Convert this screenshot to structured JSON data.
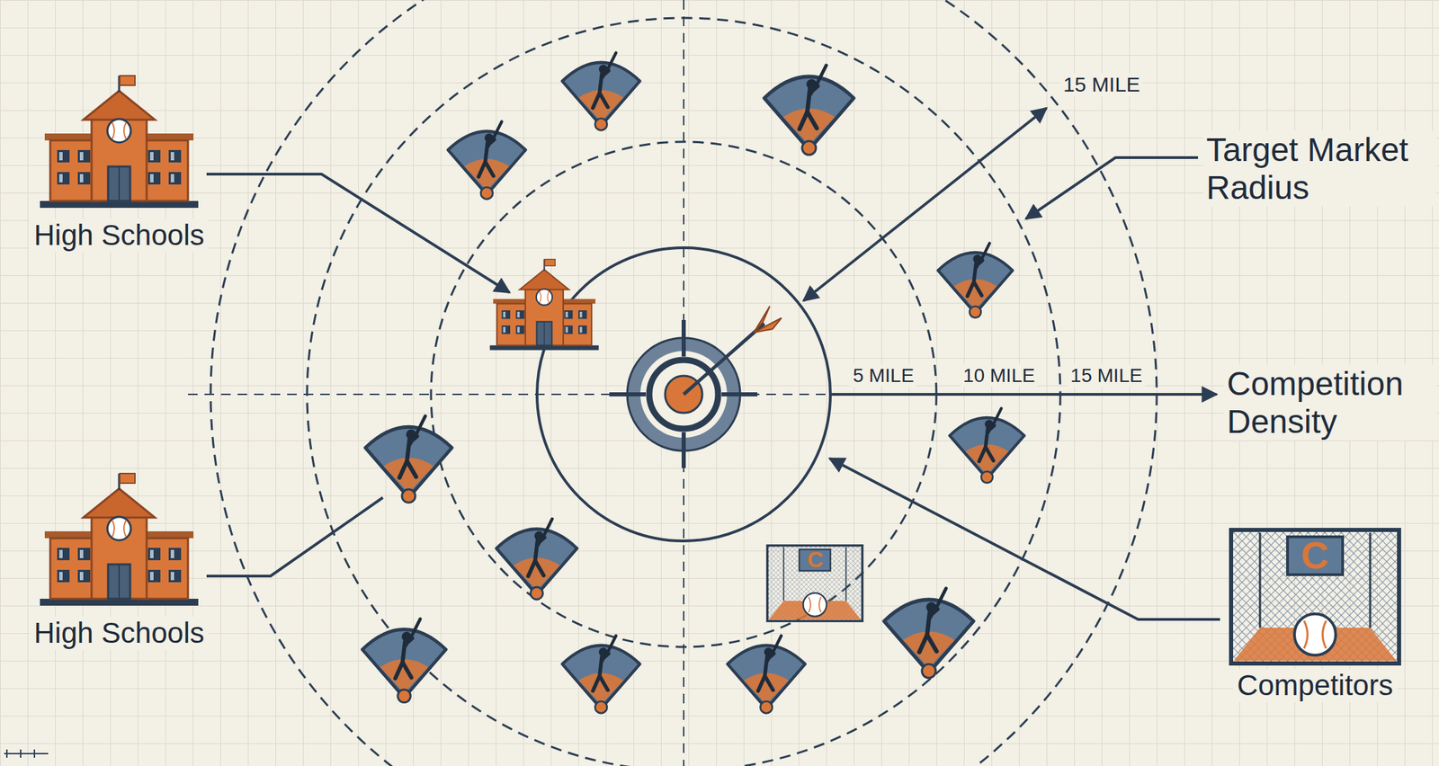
{
  "diagram": {
    "nodes": [
      {
        "text": [
          "High Schools"
        ]
      },
      {
        "text": [
          "High Schools"
        ]
      },
      {
        "text": [
          "Competitors"
        ]
      }
    ],
    "labels": [
      "15 MILE",
      "Target Market Radius",
      "5 MILE",
      "10 MILE",
      "15 MILE",
      "Competition Density",
      "C",
      "C"
    ]
  }
}
